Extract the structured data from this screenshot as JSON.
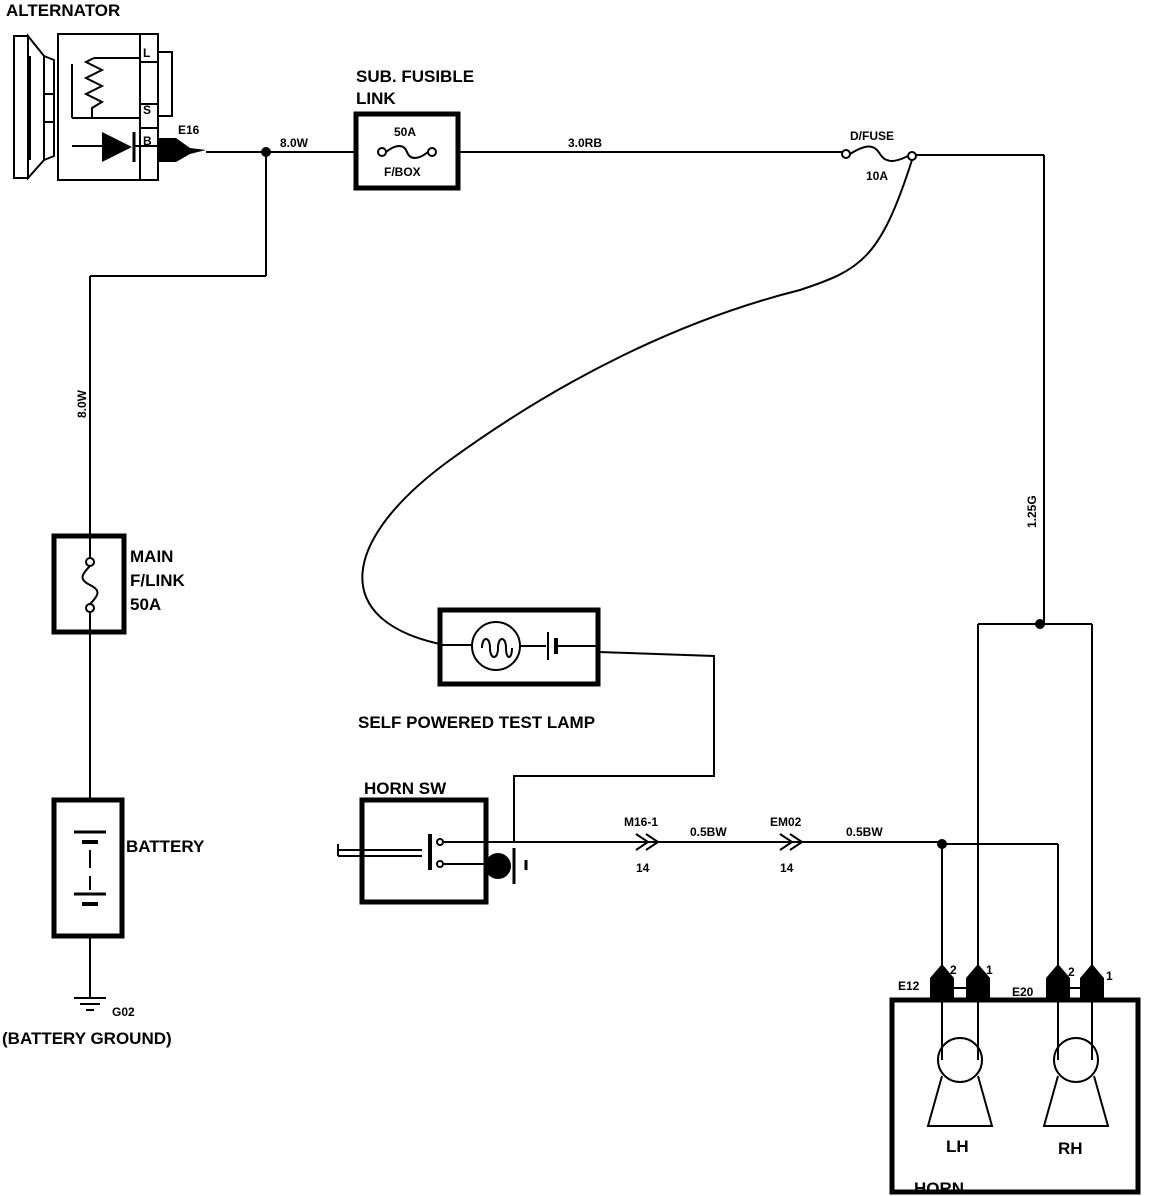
{
  "components": {
    "alternator": {
      "title": "ALTERNATOR",
      "term_l": "L",
      "term_s": "S",
      "term_b": "B",
      "connector": "E16"
    },
    "sub_fusible_link": {
      "title_line1": "SUB. FUSIBLE",
      "title_line2": "LINK",
      "rating": "50A",
      "location": "F/BOX"
    },
    "d_fuse": {
      "title": "D/FUSE",
      "rating": "10A"
    },
    "main_fusible_link": {
      "line1": "MAIN",
      "line2": "F/LINK",
      "line3": "50A"
    },
    "battery": {
      "title": "BATTERY"
    },
    "ground": {
      "id": "G02",
      "label": "(BATTERY GROUND)"
    },
    "test_lamp": {
      "title": "SELF POWERED TEST LAMP"
    },
    "horn_switch": {
      "title": "HORN SW"
    },
    "horn": {
      "title": "HORN",
      "left": "LH",
      "right": "RH",
      "left_connector": "E12",
      "right_connector": "E20",
      "pin1": "1",
      "pin2": "2"
    }
  },
  "wires": {
    "alt_to_link": "8.0W",
    "alt_to_main_link": "8.0W",
    "link_to_fuse": "3.0RB",
    "fuse_to_horn": "1.25G",
    "sw_to_m16": "0.5BW",
    "m16_to_horn": "0.5BW"
  },
  "connectors": {
    "m16": {
      "name": "M16-1",
      "pin": "14"
    },
    "em02": {
      "name": "EM02",
      "pin": "14"
    }
  }
}
